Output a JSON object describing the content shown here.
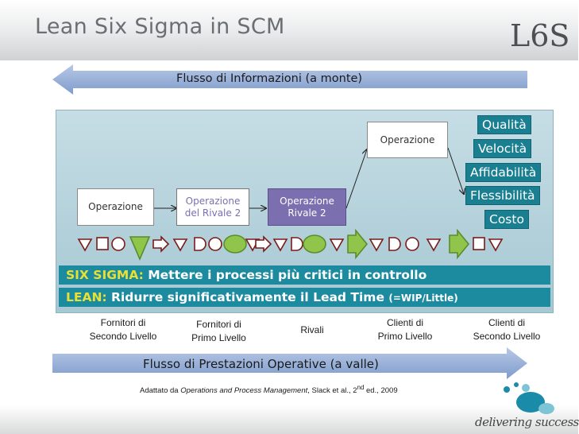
{
  "header": {
    "title": "Lean Six Sigma in SCM",
    "logo_text": "L6S"
  },
  "top_arrow": {
    "label": "Flusso di Informazioni (a monte)"
  },
  "bottom_arrow": {
    "label": "Flusso di Prestazioni Operative (a valle)"
  },
  "operations": {
    "op1": "Operazione",
    "op2_line1": "Operazione",
    "op2_line2": "del Rivale 2",
    "op3_line1": "Operazione",
    "op3_line2": "Rivale 2",
    "op4": "Operazione"
  },
  "attributes": [
    "Qualità",
    "Velocità",
    "Affidabilità",
    "Flessibilità",
    "Costo"
  ],
  "bands": {
    "six_sigma_key": "SIX SIGMA:",
    "six_sigma_text": "Mettere i processi più critici in controllo",
    "lean_key": "LEAN:",
    "lean_text": "Ridurre significativamente il Lead Time",
    "lean_suffix": "(=WIP/Little)"
  },
  "stages": [
    {
      "line1": "Fornitori di",
      "line2": "Secondo Livello"
    },
    {
      "line1": "Fornitori di",
      "line2": "Primo Livello"
    },
    {
      "line1": "Rivali",
      "line2": ""
    },
    {
      "line1": "Clienti di",
      "line2": "Primo Livello"
    },
    {
      "line1": "Clienti di",
      "line2": "Secondo Livello"
    }
  ],
  "credit": {
    "prefix": "Adattato da ",
    "work": "Operations and Process Management",
    "authors": ", Slack et al., 2",
    "sup": "nd",
    "suffix": " ed., 2009"
  },
  "footer": {
    "tagline": "delivering success"
  },
  "colors": {
    "accent": "#1a7f91",
    "rival": "#7c6fb0",
    "arrow": "#8fa9d3",
    "diagram_bg": "#b7d3dc"
  }
}
